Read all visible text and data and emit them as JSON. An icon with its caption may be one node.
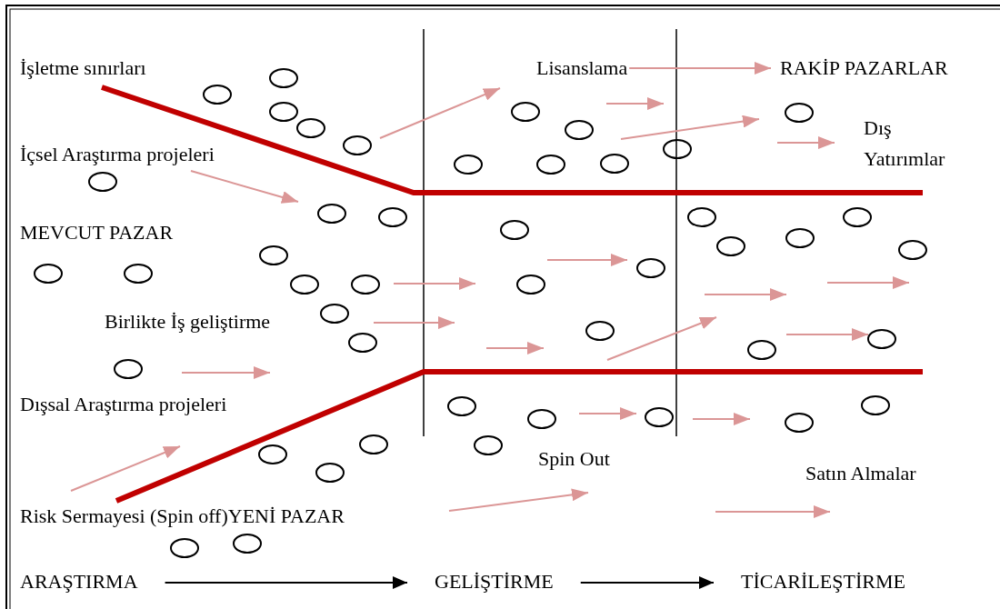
{
  "diagram": {
    "nodes": [
      {
        "text": [
          "Lisanslama"
        ]
      },
      {
        "text": [
          "RAKİP PAZARLAR"
        ]
      },
      {
        "text": [
          "ARAŞTIRMA"
        ]
      },
      {
        "text": [
          "GELİŞTİRME"
        ]
      },
      {
        "text": [
          "TİCARİLEŞTİRME"
        ]
      }
    ],
    "edges": [
      {
        "from": 0,
        "to": 1,
        "arrow": "to",
        "color": "#db9696"
      },
      {
        "from": 2,
        "to": 3,
        "arrow": "to"
      },
      {
        "from": 3,
        "to": 4,
        "arrow": "to"
      }
    ],
    "labels": [
      "İşletme sınırları",
      "Dış Yatırımlar",
      "İçsel Araştırma projeleri",
      "MEVCUT PAZAR",
      "Birlikte İş geliştirme",
      "Dışsal Araştırma projeleri",
      "Spin Out",
      "Satın Almalar",
      "Risk Sermayesi (Spin off)YENİ PAZAR"
    ]
  }
}
